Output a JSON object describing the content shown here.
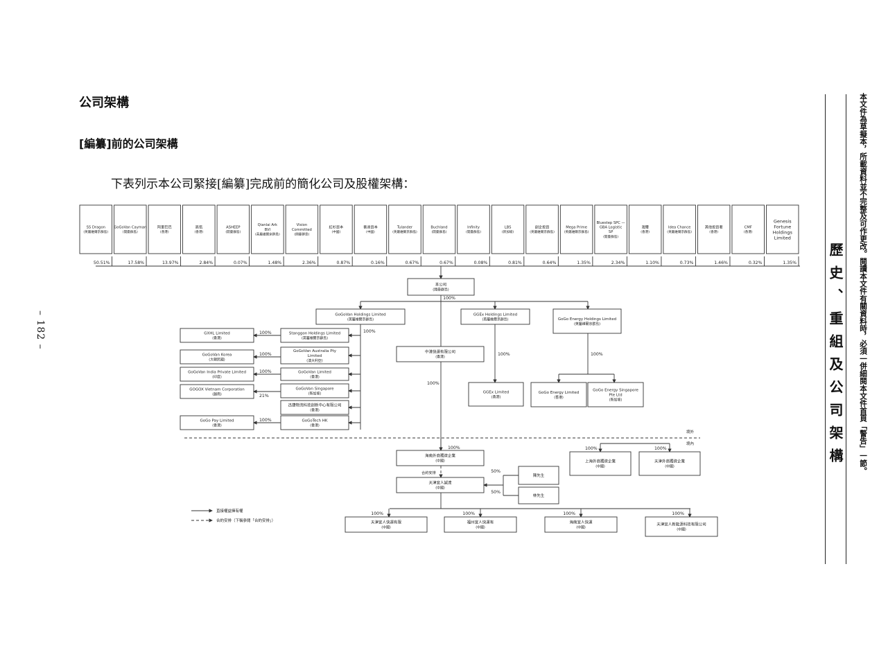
{
  "section": {
    "heading": "公司架構",
    "subheading": "[編纂]前的公司架構",
    "intro": "下表列示本公司緊接[編纂]完成前的簡化公司及股權架構：",
    "page_number": "– 182 –",
    "side_title": "歷史、重組及公司架構",
    "warning": "本文件為草擬本，所載資料並不完整及可作更改。閱讀本文件有關資料時，必須一併細閱本文件首頁「警告」一節。"
  },
  "shareholders": [
    {
      "name": "SS Dragon",
      "sub": "(英屬維爾京群島)",
      "pct": "50.51%"
    },
    {
      "name": "GoGoVan Cayman",
      "sub": "(開曼群島)",
      "pct": "17.58%"
    },
    {
      "name": "阿里巴巴",
      "sub": "(香港)",
      "pct": "13.97%"
    },
    {
      "name": "高瓴",
      "sub": "(香港)",
      "pct": "2.84%"
    },
    {
      "name": "ASHEEP",
      "sub": "(開曼群島)",
      "pct": "0.07%"
    },
    {
      "name": "Qianlai Ark BVI",
      "sub": "(英屬維爾京群島)",
      "pct": "1.48%"
    },
    {
      "name": "Vision Committed",
      "sub": "(開曼群島)",
      "pct": "2.36%"
    },
    {
      "name": "紅杉資本",
      "sub": "(中國)",
      "pct": "0.87%"
    },
    {
      "name": "善達資本",
      "sub": "(中國)",
      "pct": "0.16%"
    },
    {
      "name": "Tulander",
      "sub": "(英屬維爾京群島)",
      "pct": "0.67%"
    },
    {
      "name": "Buchland",
      "sub": "(開曼群島)",
      "pct": "0.67%"
    },
    {
      "name": "Infinity",
      "sub": "(開曼群島)",
      "pct": "0.08%"
    },
    {
      "name": "LBS",
      "sub": "(新加坡)",
      "pct": "0.81%"
    },
    {
      "name": "創企投資",
      "sub": "(英屬維爾京群島)",
      "pct": "0.64%"
    },
    {
      "name": "Mega Prime",
      "sub": "(英屬維爾京群島)",
      "pct": "1.35%"
    },
    {
      "name": "Bluestep SPC — GBA Logistic SP",
      "sub": "(開曼群島)",
      "pct": "2.34%"
    },
    {
      "name": "海爾",
      "sub": "(香港)",
      "pct": "1.10%"
    },
    {
      "name": "Idea Chance",
      "sub": "(英屬維爾京群島)",
      "pct": "0.73%"
    },
    {
      "name": "其他投資者",
      "sub": "(香港)",
      "pct": "1.46%"
    },
    {
      "name": "CMF",
      "sub": "(香港)",
      "pct": "0.32%"
    },
    {
      "name": "Genesis Fortune Holdings Limited",
      "sub": "",
      "pct": "1.35%"
    }
  ],
  "company": {
    "name": "本公司",
    "sub": "(開曼群島)",
    "pct": "100%"
  },
  "holdcos": [
    {
      "name": "GoGoVan Holdings Limited",
      "sub": "(英屬維爾京群島)"
    },
    {
      "name": "GGEx Holdings Limited",
      "sub": "(英屬維爾京群島)"
    },
    {
      "name": "GoGo Energy Holdings Limited",
      "sub": "(英屬維爾京群島)"
    }
  ],
  "left_subs": [
    {
      "name": "Stanggon Holdings Limited",
      "sub": "(英屬維爾京群島)"
    },
    {
      "name": "GoGoVan Australia Pty Limited",
      "sub": "(澳大利亞)"
    },
    {
      "name": "GoGoVan Limited",
      "sub": "(香港)"
    },
    {
      "name": "GoGoVan Singapore",
      "sub": "(新加坡)"
    },
    {
      "name": "迅捷物流科技創新中心有限公司",
      "sub": "(香港)"
    },
    {
      "name": "GoGoTech HK",
      "sub": "(香港)"
    }
  ],
  "far_left": [
    {
      "name": "GXHL Limited",
      "sub": "(香港)",
      "pct": "100%"
    },
    {
      "name": "GoGoVan Korea",
      "sub": "(大韓民國)",
      "pct": "100%"
    },
    {
      "name": "GoGoVan India Private Limited",
      "sub": "(印度)",
      "pct": "100%"
    },
    {
      "name": "GOGOX Vietnam Corporation",
      "sub": "(越南)",
      "pct": "21%"
    },
    {
      "name": "GoGo Pay Limited",
      "sub": "(香港)",
      "pct": "100%"
    }
  ],
  "pcts": {
    "gogovan_holdings": "100%",
    "ggex": "100%",
    "energy": "100%",
    "trust": "100%",
    "lower_a": "100%",
    "lower_b": "100%",
    "lower_c": "100%",
    "vie_a": "50%",
    "vie_b": "50%"
  },
  "mid": {
    "trust": {
      "name": "中港快運有限公司",
      "sub": "(香港)"
    },
    "ggex_ltd": {
      "name": "GGEx Limited",
      "sub": "(香港)"
    },
    "energy_ltd": {
      "name": "GoGo Energy Limited",
      "sub": "(香港)"
    },
    "energy_sg": {
      "name": "GoGo Energy Singapore Pte Ltd",
      "sub": "(新加坡)"
    }
  },
  "onshore": {
    "label_a": "境外",
    "label_b": "境內",
    "wfoe": {
      "name": "海南外商獨資企業",
      "sub": "(中國)"
    },
    "contract_note": "合約安排",
    "vie": {
      "name": "天津宜人誠達",
      "sub": "(中國)"
    },
    "holder_a": "陳先生",
    "holder_b": "林先生",
    "right_a": {
      "name": "上海外商獨資企業",
      "sub": "(中國)"
    },
    "right_b": {
      "name": "天津外商獨資企業",
      "sub": "(中國)"
    },
    "bottom": [
      {
        "name": "天津宜人快運有限",
        "sub": "(中國)",
        "pct": "100%"
      },
      {
        "name": "福州宜人快運有",
        "sub": "(中國)",
        "pct": "100%"
      },
      {
        "name": "海南宜人快運",
        "sub": "(中國)",
        "pct": "100%"
      },
      {
        "name": "天津宜人新能源科技有限公司",
        "sub": "(中國)",
        "pct": "100%"
      }
    ]
  },
  "legend": {
    "solid": "直接權益擁有權",
    "dashed": "合約安排（下稱參閱「合約安排」）"
  }
}
